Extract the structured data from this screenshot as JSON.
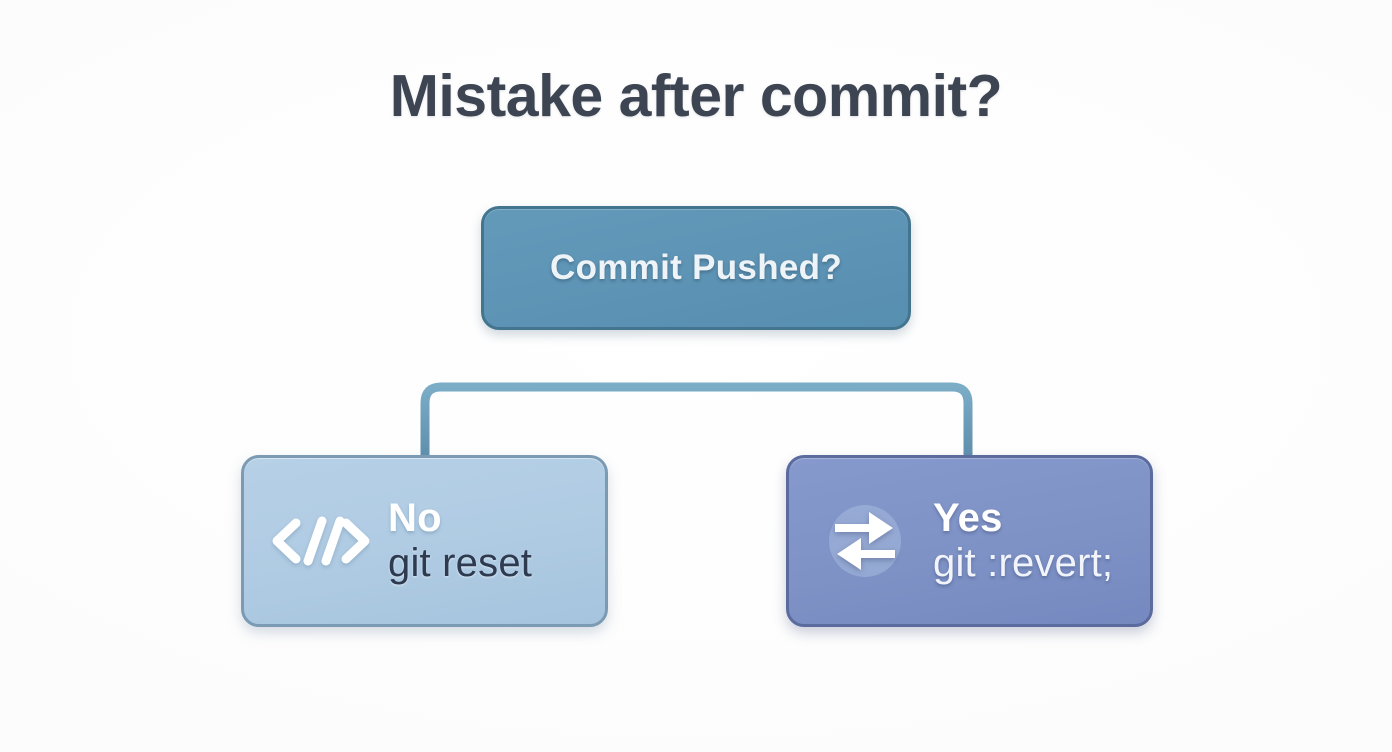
{
  "diagram": {
    "title": "Mistake after commit?",
    "background_color": "#fdfdfd",
    "title_color": "#3d4452",
    "connector_color": "#6b9cb8",
    "type": "decision-tree"
  },
  "root": {
    "id": "commit-pushed",
    "label": "Commit Pushed?",
    "fill_color": "#5d93b4",
    "border_color": "#43758f",
    "text_color": "#eef3f7"
  },
  "branches": [
    {
      "id": "no-branch",
      "icon": "code-brackets-icon",
      "answer": "No",
      "command": "git reset",
      "fill_color": "#afcbe3",
      "border_color": "#7b9ab4",
      "answer_color": "#ffffff",
      "command_color": "#2e3a4f"
    },
    {
      "id": "yes-branch",
      "icon": "revert-sync-arrows-icon",
      "answer": "Yes",
      "command": "git :revert;",
      "fill_color": "#7e92c6",
      "border_color": "#5b6b9e",
      "answer_color": "#ffffff",
      "command_color": "#f2f4fb"
    }
  ]
}
